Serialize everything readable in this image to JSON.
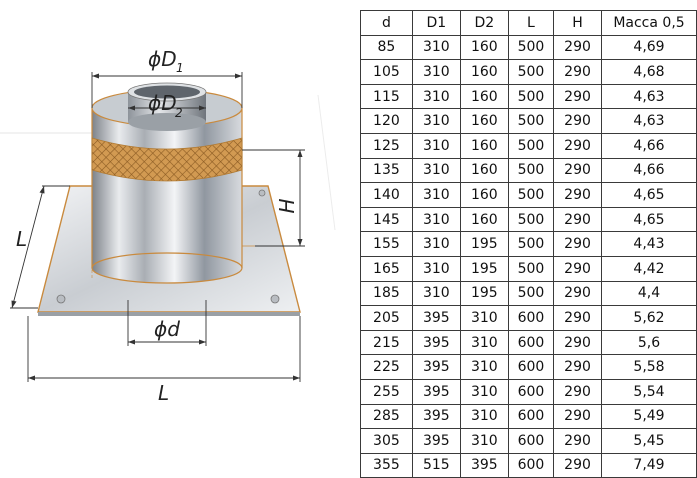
{
  "drawing": {
    "labels": {
      "phi_d1": "ϕD",
      "d1_sub": "1",
      "phi_d2": "ϕD",
      "d2_sub": "2",
      "h": "H",
      "l_side": "L",
      "l_bottom": "L",
      "phi_d": "ϕd"
    }
  },
  "table": {
    "headers": [
      "d",
      "D1",
      "D2",
      "L",
      "H",
      "Масса 0,5"
    ],
    "rows": [
      [
        "85",
        "310",
        "160",
        "500",
        "290",
        "4,69"
      ],
      [
        "105",
        "310",
        "160",
        "500",
        "290",
        "4,68"
      ],
      [
        "115",
        "310",
        "160",
        "500",
        "290",
        "4,63"
      ],
      [
        "120",
        "310",
        "160",
        "500",
        "290",
        "4,63"
      ],
      [
        "125",
        "310",
        "160",
        "500",
        "290",
        "4,66"
      ],
      [
        "135",
        "310",
        "160",
        "500",
        "290",
        "4,66"
      ],
      [
        "140",
        "310",
        "160",
        "500",
        "290",
        "4,65"
      ],
      [
        "145",
        "310",
        "160",
        "500",
        "290",
        "4,65"
      ],
      [
        "155",
        "310",
        "195",
        "500",
        "290",
        "4,43"
      ],
      [
        "165",
        "310",
        "195",
        "500",
        "290",
        "4,42"
      ],
      [
        "185",
        "310",
        "195",
        "500",
        "290",
        "4,4"
      ],
      [
        "205",
        "395",
        "310",
        "600",
        "290",
        "5,62"
      ],
      [
        "215",
        "395",
        "310",
        "600",
        "290",
        "5,6"
      ],
      [
        "225",
        "395",
        "310",
        "600",
        "290",
        "5,58"
      ],
      [
        "255",
        "395",
        "310",
        "600",
        "290",
        "5,54"
      ],
      [
        "285",
        "395",
        "310",
        "600",
        "290",
        "5,49"
      ],
      [
        "305",
        "395",
        "310",
        "600",
        "290",
        "5,45"
      ],
      [
        "355",
        "515",
        "395",
        "600",
        "290",
        "7,49"
      ]
    ]
  }
}
